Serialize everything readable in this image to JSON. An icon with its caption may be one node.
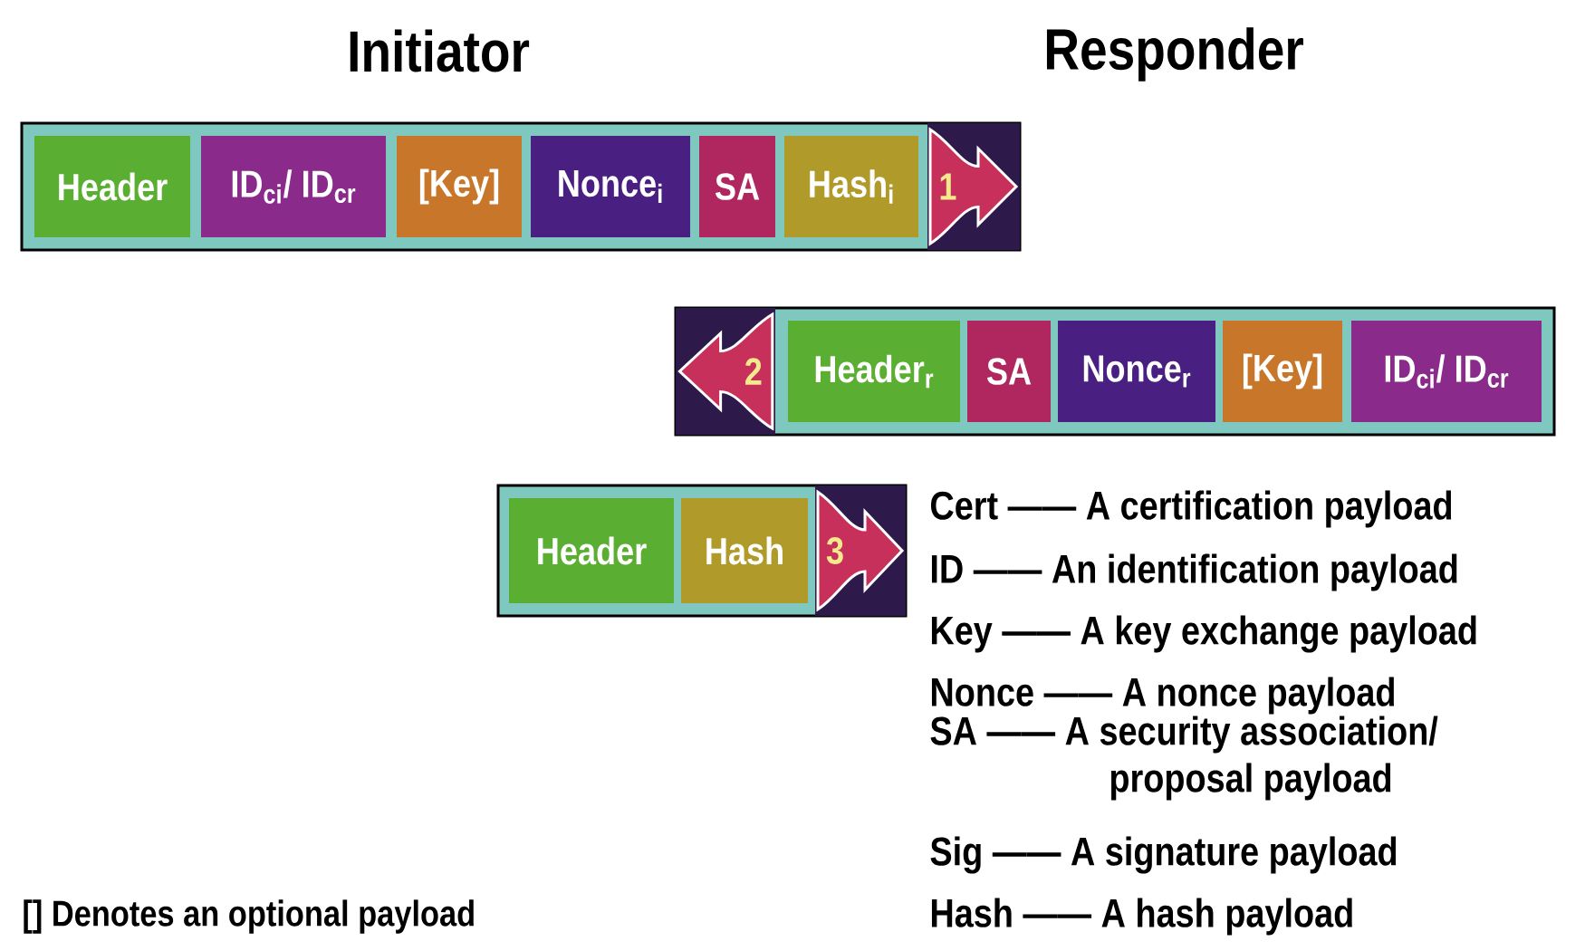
{
  "diagram": {
    "nodes": [
      {
        "text": [],
        "shape": "bar"
      },
      {
        "text": [
          "Header"
        ],
        "in": 0
      },
      {
        "text": [
          "ID$_{ci}$/ ID$_{cr}$"
        ],
        "in": 0
      },
      {
        "text": [
          "[Key]"
        ],
        "in": 0
      },
      {
        "text": [
          "Nonce$_{i}$"
        ],
        "in": 0
      },
      {
        "text": [
          "SA"
        ],
        "in": 0
      },
      {
        "text": [
          "Hash$_{i}$"
        ],
        "in": 0
      },
      {
        "text": [
          "1"
        ],
        "in": 0
      },
      {
        "text": [],
        "shape": "bar"
      },
      {
        "text": [
          "2"
        ],
        "in": 8
      },
      {
        "text": [
          "Header$_{r}$"
        ],
        "in": 8
      },
      {
        "text": [
          "SA"
        ],
        "in": 8
      },
      {
        "text": [
          "Nonce$_{r}$"
        ],
        "in": 8
      },
      {
        "text": [
          "[Key]"
        ],
        "in": 8
      },
      {
        "text": [
          "ID$_{ci}$/ ID$_{cr}$"
        ],
        "in": 8
      },
      {
        "text": [],
        "shape": "bar"
      },
      {
        "text": [
          "Header"
        ],
        "in": 15
      },
      {
        "text": [
          "Hash"
        ],
        "in": 15
      },
      {
        "text": [
          "3"
        ],
        "in": 15
      }
    ],
    "edges": [],
    "labels": [
      "Initiator",
      "Responder",
      "Cert —— A certification payload",
      "ID —— An identification payload",
      "Key —— A key exchange payload",
      "Nonce —— A nonce payload",
      "SA —— A security association/ proposal payload",
      "Sig —— A signature payload",
      "Hash —— A hash payload",
      "[] Denotes an optional payload"
    ]
  }
}
